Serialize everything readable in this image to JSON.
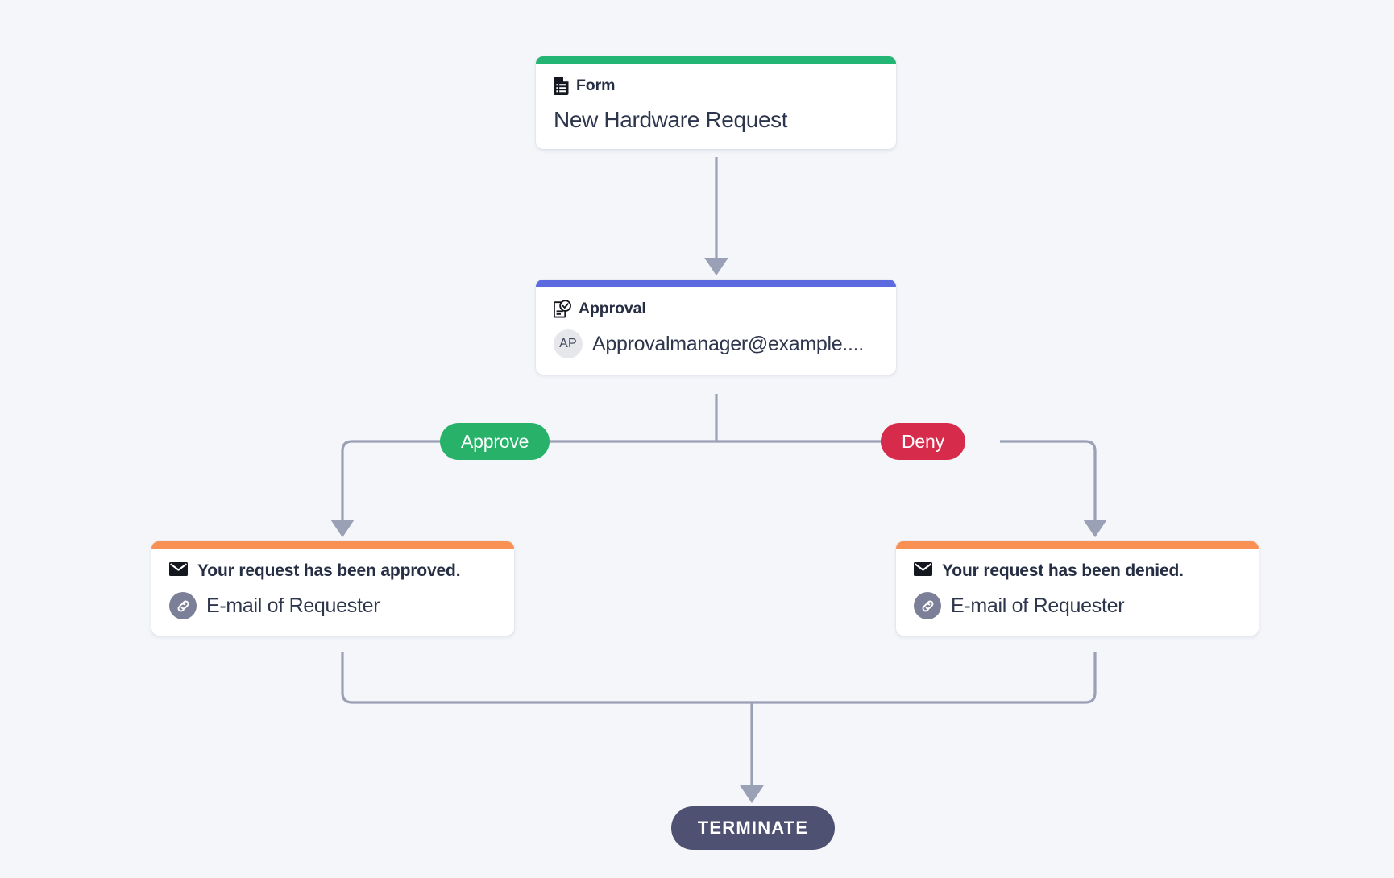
{
  "canvas": {
    "background": "#f4f6fa",
    "edge_color": "#9aa0b5"
  },
  "nodes": {
    "form": {
      "kicker": "Form",
      "kicker_icon": "document-icon",
      "title": "New Hardware Request",
      "accent_color": "#22b573"
    },
    "approval": {
      "kicker": "Approval",
      "kicker_icon": "approval-document-check-icon",
      "avatar_initials": "AP",
      "assignee": "Approvalmanager@example....",
      "accent_color": "#5c6ae0"
    },
    "email_approved": {
      "heading": "Your request has been approved.",
      "heading_icon": "envelope-icon",
      "recipient": "E-mail of Requester",
      "recipient_icon": "link-icon",
      "accent_color": "#f89153"
    },
    "email_denied": {
      "heading": "Your request has been denied.",
      "heading_icon": "envelope-icon",
      "recipient": "E-mail of Requester",
      "recipient_icon": "link-icon",
      "accent_color": "#f89153"
    },
    "terminate": {
      "label": "TERMINATE",
      "color": "#4f5172"
    }
  },
  "branches": [
    {
      "label": "Approve",
      "color": "#27b169"
    },
    {
      "label": "Deny",
      "color": "#d62b4b"
    }
  ]
}
